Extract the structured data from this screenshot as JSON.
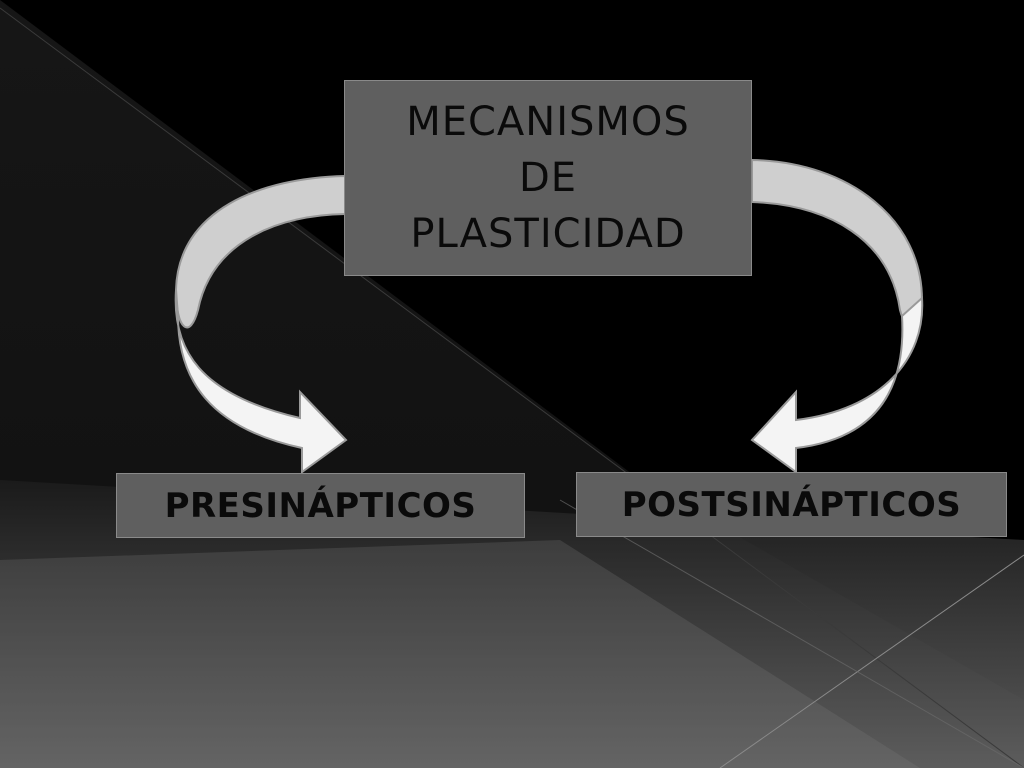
{
  "diagram": {
    "root": {
      "label": "MECANISMOS\nDE\nPLASTICIDAD"
    },
    "children": [
      {
        "label": "PRESINÁPTICOS"
      },
      {
        "label": "POSTSINÁPTICOS"
      }
    ]
  },
  "colors": {
    "box_fill": "#5f5f5f",
    "arrow_fill": "#f2f2f2",
    "text": "#0a0a0a"
  }
}
